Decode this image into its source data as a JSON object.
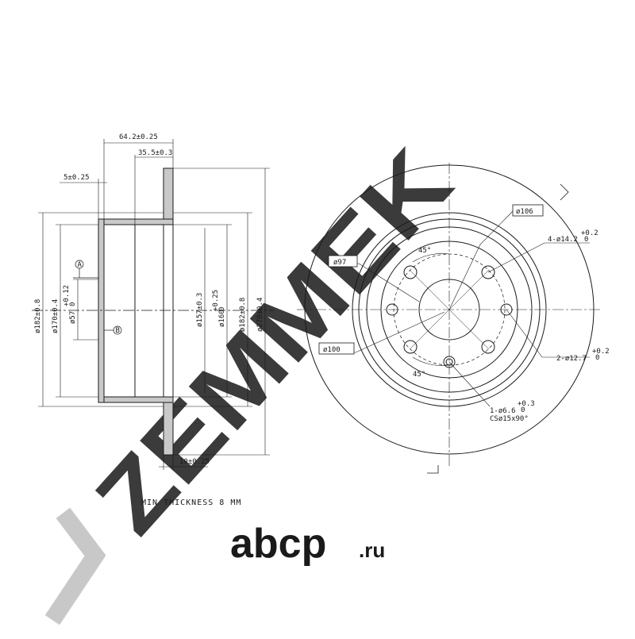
{
  "watermark": {
    "text": "ZEMMEK",
    "color": "#c8c8c8"
  },
  "brand": {
    "text": "abcp",
    "suffix": ".ru",
    "color": "#cfcfcf"
  },
  "side_view": {
    "dims_top": {
      "width_total": "64.2±0.25",
      "hat_depth": "35.5±0.3",
      "flange": "5±0.25"
    },
    "dims_left": {
      "d1": "ø182±0.8",
      "d2": "ø170±0.4",
      "bore": "ø57",
      "bore_tol_top": "+0.12",
      "bore_tol_bot": "0"
    },
    "dims_right": {
      "d3": "ø157±0.3",
      "d4": "ø160",
      "d4_tol_top": "+0.25",
      "d4_tol_bot": "0",
      "d5": "ø182±0.8",
      "d6": "ø270±0.4"
    },
    "dims_bottom": {
      "thickness": "10±0.25"
    },
    "datum_a": "A",
    "datum_b": "B"
  },
  "front_view": {
    "labels": {
      "pcd": "ø106",
      "bolt_holes": "4-ø14.2",
      "bolt_tol_top": "+0.2",
      "bolt_tol_bot": "0",
      "d97": "ø97",
      "d100": "ø100",
      "angle_top": "45°",
      "angle_bottom": "45°",
      "pin_holes": "2-ø12.7",
      "pin_tol_top": "+0.2",
      "pin_tol_bot": "0",
      "screw_hole": "1-ø6.6",
      "screw_tol_top": "+0.3",
      "screw_tol_bot": "0",
      "countersink": "CSø15x90°"
    }
  },
  "note": "MIN THICKNESS 8 MM"
}
